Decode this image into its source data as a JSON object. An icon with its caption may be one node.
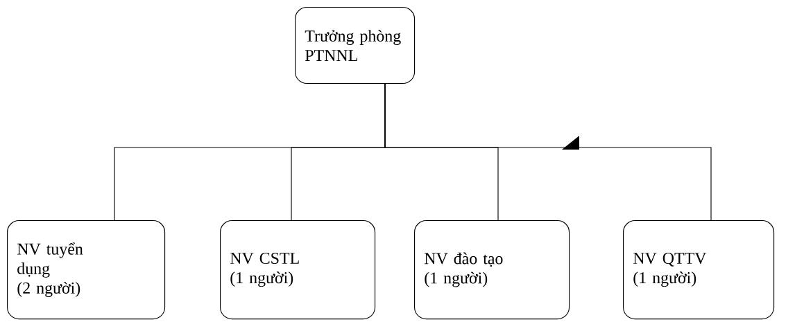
{
  "diagram": {
    "nodes": [
      {
        "text": [
          "Trưởng phòng",
          "PTNNL"
        ]
      },
      {
        "text": [
          "NV tuyển dụng",
          "(2 người)"
        ]
      },
      {
        "text": [
          "NV CSTL",
          "(1 người)"
        ]
      },
      {
        "text": [
          "NV đào tạo",
          "(1 người)"
        ]
      },
      {
        "text": [
          "NV QTTV",
          "(1 người)"
        ]
      }
    ],
    "edges": [
      {
        "from": 0,
        "to": 1,
        "arrow": "none"
      },
      {
        "from": 0,
        "to": 2,
        "arrow": "none"
      },
      {
        "from": 0,
        "to": 3,
        "arrow": "none"
      },
      {
        "from": 0,
        "to": 4,
        "arrow": "none"
      }
    ]
  }
}
